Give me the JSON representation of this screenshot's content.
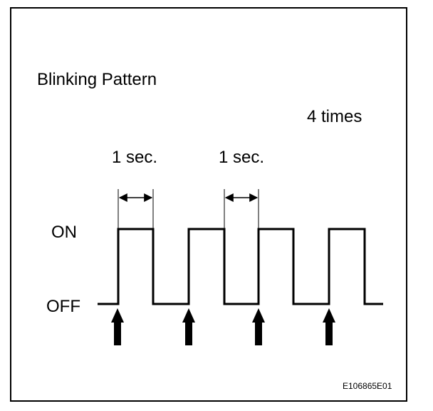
{
  "title": "Blinking Pattern",
  "repeat_label": "4 times",
  "interval_labels": [
    "1 sec.",
    "1 sec."
  ],
  "state_labels": {
    "on": "ON",
    "off": "OFF"
  },
  "figure_code": "E106865E01",
  "colors": {
    "line": "#000000",
    "background": "#ffffff"
  },
  "pattern": {
    "pulse_count": 4,
    "states": [
      "OFF",
      "ON",
      "OFF",
      "ON",
      "OFF",
      "ON",
      "OFF",
      "ON",
      "OFF"
    ]
  }
}
